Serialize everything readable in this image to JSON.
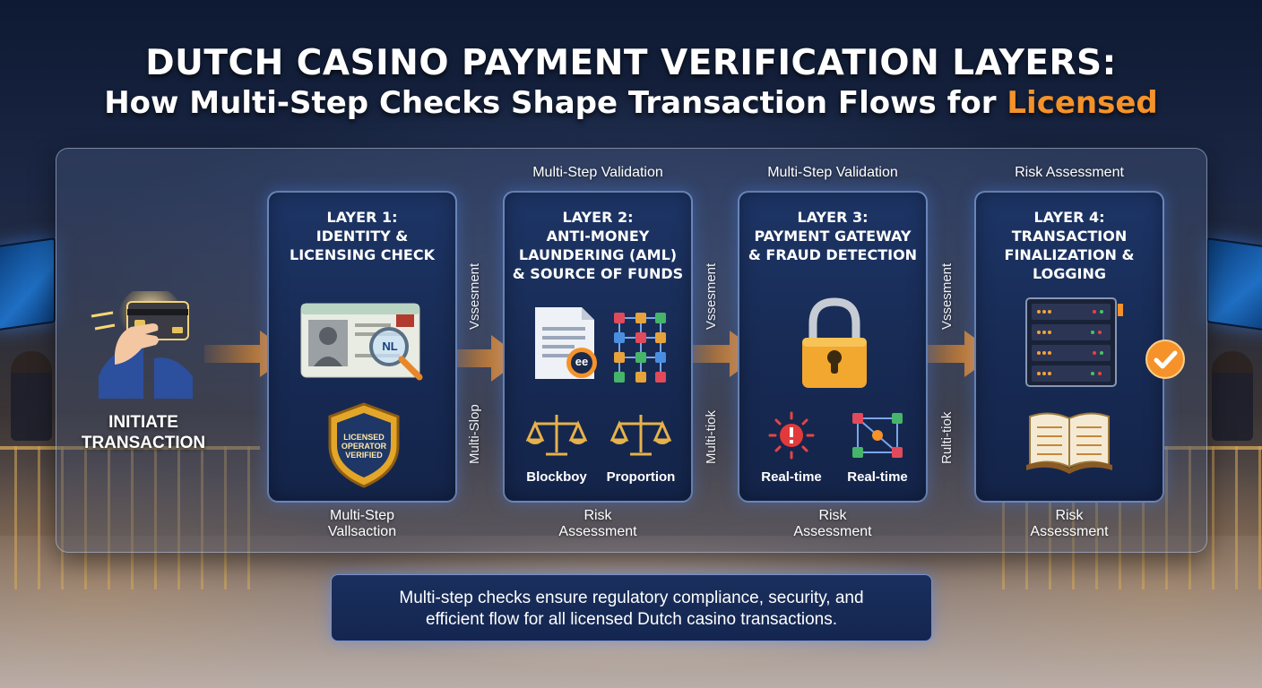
{
  "title": {
    "line1": "DUTCH CASINO PAYMENT VERIFICATION LAYERS:",
    "line2_main": "How Multi-Step Checks Shape Transaction Flows for ",
    "line2_accent": "Licensed"
  },
  "start": {
    "label": "INITIATE\nTRANSACTION"
  },
  "layers": [
    {
      "top_label": "",
      "title": "LAYER 1:\nIDENTITY &\nLICENSING CHECK",
      "id_card_text": "NL",
      "badge_text": "LICENSED OPERATOR VERIFIED",
      "bottom_label": "Multi-Step\nVallsaction",
      "left_vlabels": []
    },
    {
      "top_label": "Multi-Step Validation",
      "title": "LAYER 2:\nANTI-MONEY\nLAUNDERING (AML)\n& SOURCE OF FUNDS",
      "doc_badge": "ee",
      "sub_left": "Blockboy",
      "sub_right": "Proportion",
      "bottom_label": "Risk\nAssessment",
      "left_vlabels": [
        "Vssesment",
        "Multi-Slop"
      ]
    },
    {
      "top_label": "Multi-Step Validation",
      "title": "LAYER 3:\nPAYMENT GATEWAY\n& FRAUD DETECTION",
      "sub_left": "Real-time",
      "sub_right": "Real-time",
      "bottom_label": "Risk\nAssessment",
      "left_vlabels": [
        "Vssesment",
        "Multi-tiok"
      ]
    },
    {
      "top_label": "Risk Assessment",
      "title": "LAYER 4:\nTRANSACTION\nFINALIZATION &\nLOGGING",
      "bottom_label": "Risk\nAssessment",
      "left_vlabels": [
        "Vssesment",
        "Rulti-tiok"
      ]
    }
  ],
  "footer": {
    "text": "Multi-step checks ensure regulatory compliance, security, and\nefficient flow for all licensed Dutch casino transactions."
  },
  "colors": {
    "accent": "#f5922a",
    "panel": "#172a53",
    "arrow": "#f5922a"
  }
}
